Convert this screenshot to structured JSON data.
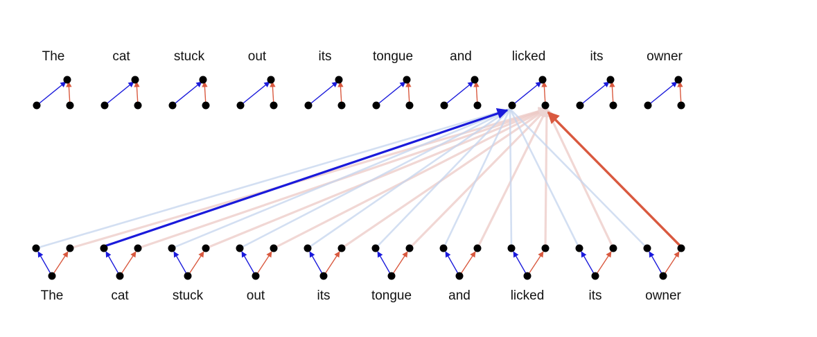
{
  "top_words": [
    "The",
    "cat",
    "stuck",
    "out",
    "its",
    "tongue",
    "and",
    "licked",
    "its",
    "owner"
  ],
  "bottom_words": [
    "The",
    "cat",
    "stuck",
    "out",
    "its",
    "tongue",
    "and",
    "licked",
    "its",
    "owner"
  ],
  "colors": {
    "node": "#000000",
    "blue": "#1a1adb",
    "red": "#d9593f",
    "faint_blue": "#c4d4ee",
    "faint_red": "#ecc9c6"
  },
  "attention": {
    "query_word": "licked",
    "highlight_blue_from": "cat",
    "highlight_red_from": "owner"
  }
}
